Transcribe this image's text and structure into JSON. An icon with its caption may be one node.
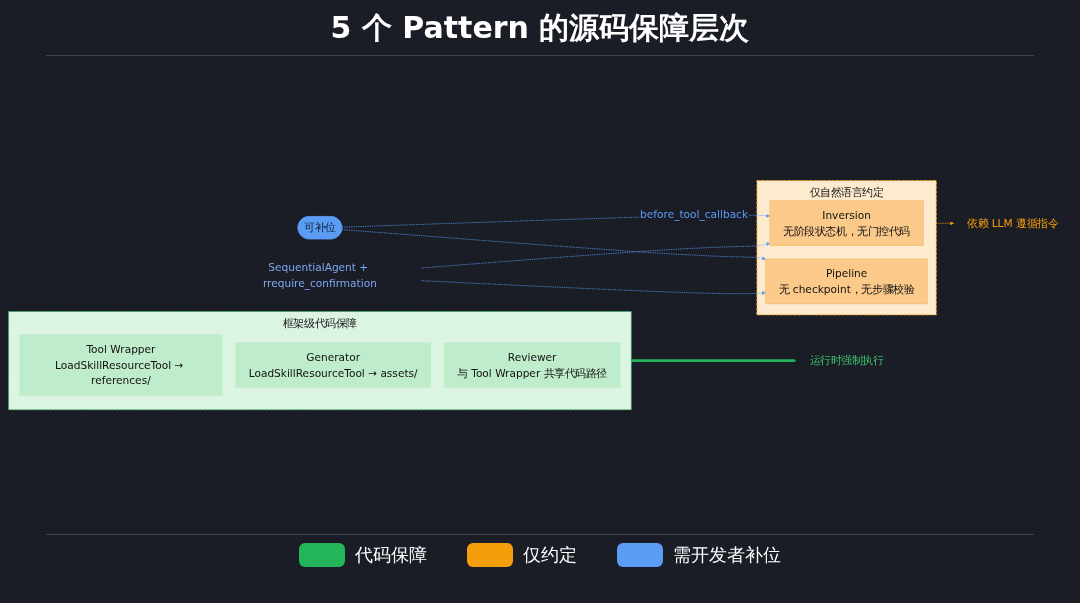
{
  "diagram": {
    "title": "5 个 Pattern 的源码保障层次",
    "nodes": [
      {
        "text": [
          "框架级代码保障"
        ]
      },
      {
        "text": [
          "Tool Wrapper",
          "LoadSkillResourceTool → references/"
        ],
        "in": 0
      },
      {
        "text": [
          "Generator",
          "LoadSkillResourceTool → assets/"
        ],
        "in": 0
      },
      {
        "text": [
          "Reviewer",
          "与 Tool Wrapper 共享代码路径"
        ],
        "in": 0
      },
      {
        "text": [
          "仅自然语言约定"
        ]
      },
      {
        "text": [
          "Inversion",
          "无阶段状态机，无门控代码"
        ],
        "in": 4
      },
      {
        "text": [
          "Pipeline",
          "无 checkpoint，无步骤校验"
        ],
        "in": 4
      },
      {
        "text": [
          "可补位"
        ]
      },
      {
        "text": [
          "运行时强制执行"
        ]
      },
      {
        "text": [
          "依赖 LLM 遵循指令"
        ]
      },
      {
        "text": [
          "SequentialAgent + rrequire_confirmation"
        ]
      }
    ],
    "edges": [
      {
        "from": 0,
        "to": 8,
        "arrow": "to",
        "style": "thick",
        "color": "#22b55a"
      },
      {
        "from": 4,
        "to": 9,
        "arrow": "to",
        "style": "dashed",
        "color": "#f59e0b"
      },
      {
        "from": 7,
        "to": 5,
        "arrow": "to",
        "style": "dashed",
        "label": "before_tool_callback"
      },
      {
        "from": 7,
        "to": 6,
        "arrow": "to",
        "style": "dashed"
      },
      {
        "from": 10,
        "to": 6,
        "arrow": "to",
        "style": "dashed"
      },
      {
        "from": 10,
        "to": 5,
        "arrow": "to",
        "style": "dashed"
      }
    ],
    "legend": [
      {
        "text": "代码保障",
        "color": "#22b55a"
      },
      {
        "text": "仅约定",
        "color": "#f59e0b"
      },
      {
        "text": "需开发者补位",
        "color": "#5b9cf5"
      }
    ]
  }
}
